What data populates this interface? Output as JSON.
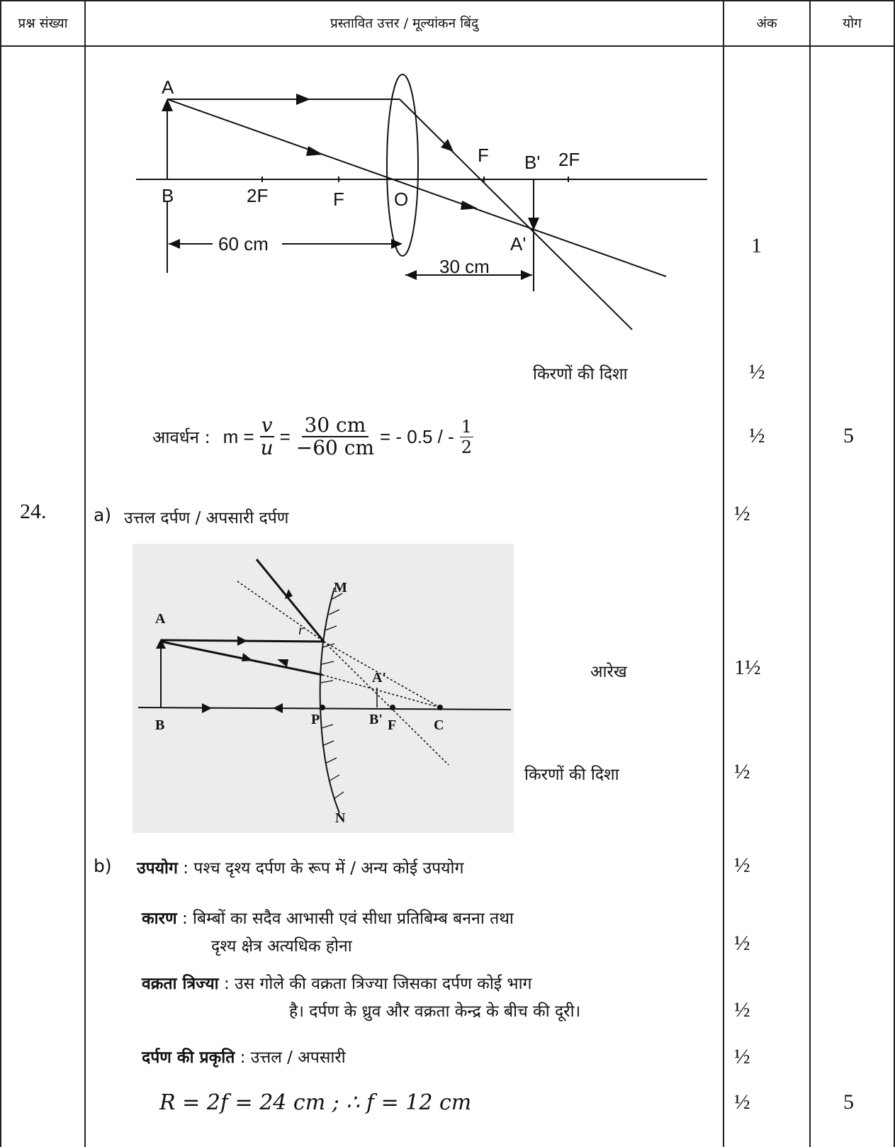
{
  "header": {
    "col1": "प्रश्न संख्या",
    "col2": "प्रस्तावित उत्तर / मूल्यांकन बिंदु",
    "col3": "अंक",
    "col4": "योग"
  },
  "lens_diagram": {
    "labels": {
      "A": "A",
      "B": "B",
      "twoF_left": "2F",
      "F_left": "F",
      "O": "O",
      "F_right": "F",
      "B_prime": "B'",
      "twoF_right": "2F",
      "A_prime": "A'",
      "dist_object": "60 cm",
      "dist_image": "30 cm"
    }
  },
  "part1": {
    "ray_direction_label": "किरणों की दिशा",
    "magnification_prefix": "आवर्धन :",
    "magnification_lhs": "m =",
    "frac1_num": "v",
    "frac1_den": "u",
    "frac2_num": "30 cm",
    "frac2_den": "−60 cm",
    "result": "= - 0.5 / -",
    "frac3_num": "1",
    "frac3_den": "2",
    "marks_diagram": "1",
    "marks_rays": "½",
    "marks_magnification": "½",
    "total": "5"
  },
  "q24": {
    "number": "24.",
    "a_label": "a)",
    "a_text": "उत्तल दर्पण / अपसारी दर्पण",
    "a_marks": "½",
    "mirror_labels": {
      "M": "M",
      "A": "A",
      "B": "B",
      "P": "P",
      "A_prime": "A'",
      "B_prime": "B'",
      "F": "F",
      "C": "C",
      "N": "N",
      "r": "r"
    },
    "diagram_label": "आरेख",
    "diagram_marks": "1½",
    "rays_label": "किरणों की दिशा",
    "rays_marks": "½",
    "b_label": "b)",
    "use_title": "उपयोग",
    "use_text": ": पश्च दृश्य दर्पण के रूप में / अन्य कोई उपयोग",
    "use_marks": "½",
    "reason_title": "कारण",
    "reason_text1": ": बिम्बों का सदैव आभासी एवं सीधा प्रतिबिम्ब बनना तथा",
    "reason_text2": "दृश्य क्षेत्र अत्यधिक होना",
    "reason_marks": "½",
    "radius_title": "वक्रता त्रिज्या",
    "radius_text1": ": उस गोले की वक्रता त्रिज्या जिसका दर्पण कोई भाग",
    "radius_text2": "है। दर्पण के ध्रुव और वक्रता केन्द्र के बीच की दूरी।",
    "radius_marks": "½",
    "nature_title": "दर्पण की प्रकृति",
    "nature_text": ": उत्तल / अपसारी",
    "nature_marks": "½",
    "formula": "R = 2f = 24 cm ;   ∴  f = 12 cm",
    "formula_marks": "½",
    "total": "5"
  }
}
